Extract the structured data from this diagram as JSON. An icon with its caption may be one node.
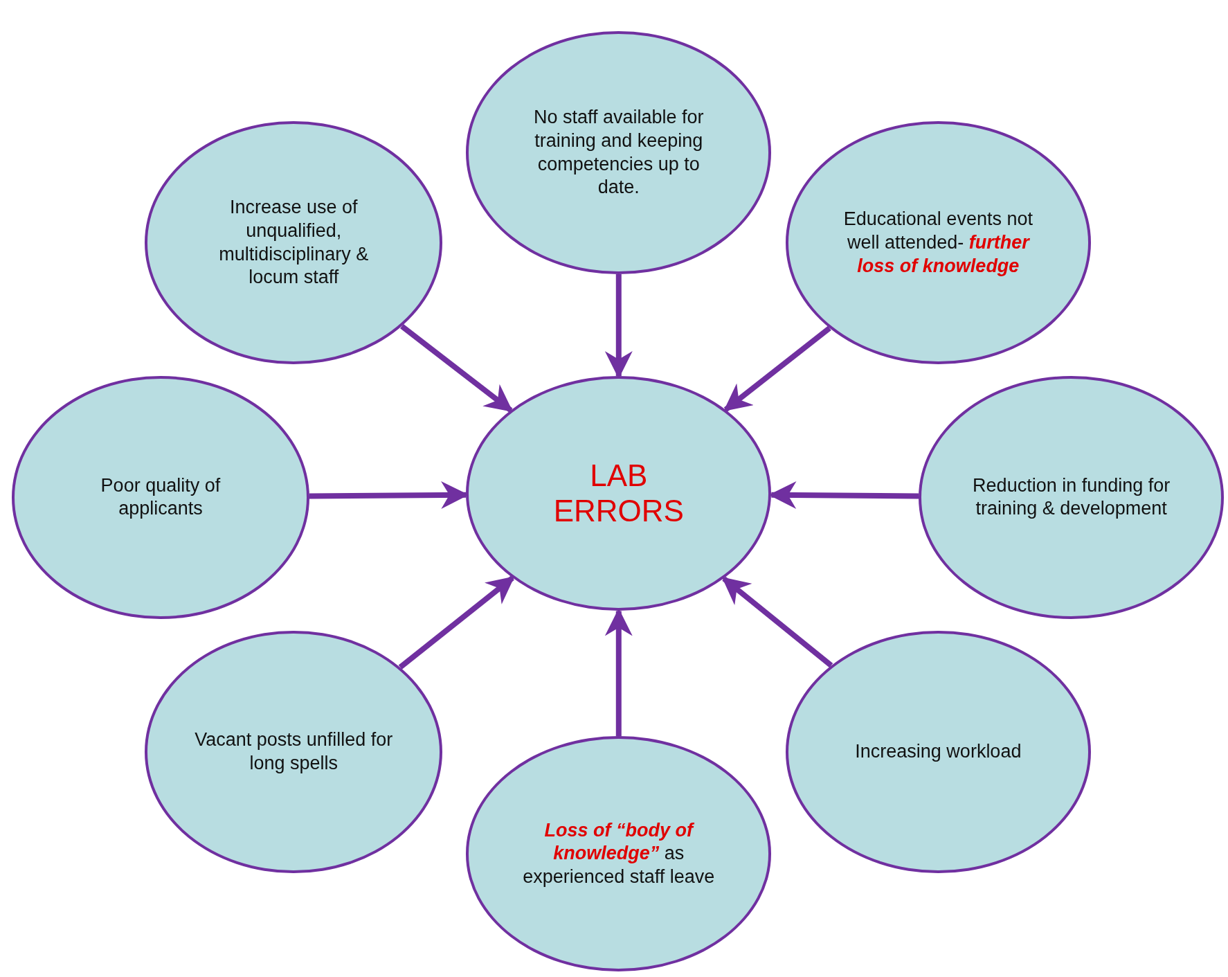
{
  "diagram": {
    "nodes": [
      {
        "text": [
          "No staff available for training and keeping competencies up to date."
        ]
      },
      {
        "text": [
          "Increase use of unqualified, multidisciplinary & locum staff"
        ]
      },
      {
        "text": [
          "Educational events not well attended- **further loss of knowledge**"
        ]
      },
      {
        "text": [
          "Poor quality of applicants"
        ]
      },
      {
        "text": [
          "LAB ERRORS"
        ]
      },
      {
        "text": [
          "Reduction in funding for training & development"
        ]
      },
      {
        "text": [
          "Vacant posts unfilled for long spells"
        ]
      },
      {
        "text": [
          "Increasing workload"
        ]
      },
      {
        "text": [
          "**Loss of “body of knowledge”** as experienced staff leave"
        ]
      }
    ],
    "edges": [
      {
        "from": 0,
        "to": 4,
        "arrow": "to"
      },
      {
        "from": 1,
        "to": 4,
        "arrow": "to"
      },
      {
        "from": 2,
        "to": 4,
        "arrow": "to"
      },
      {
        "from": 3,
        "to": 4,
        "arrow": "to"
      },
      {
        "from": 5,
        "to": 4,
        "arrow": "to"
      },
      {
        "from": 6,
        "to": 4,
        "arrow": "to"
      },
      {
        "from": 7,
        "to": 4,
        "arrow": "to"
      },
      {
        "from": 8,
        "to": 4,
        "arrow": "to"
      }
    ]
  }
}
